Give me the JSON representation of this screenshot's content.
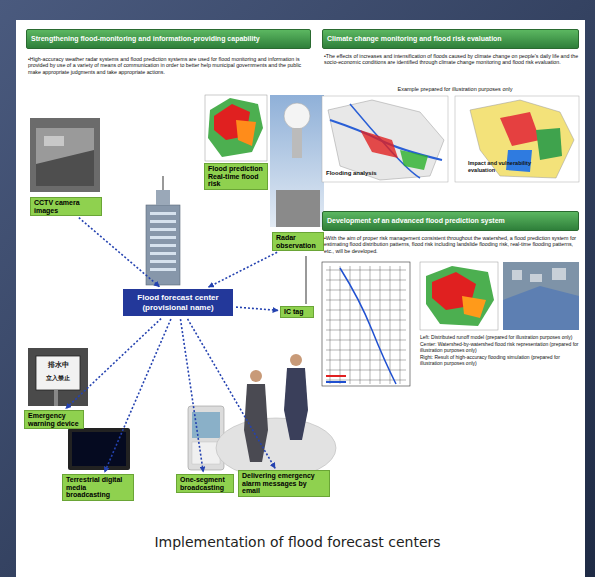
{
  "diagram": {
    "caption": "Implementation of flood forecast centers",
    "nodes": [
      {
        "text": [
          "Strengthening flood-monitoring and information-providing capability"
        ]
      },
      {
        "text": [
          "CCTV camera images"
        ]
      },
      {
        "text": [
          "Flood prediction Real-time flood risk"
        ]
      },
      {
        "text": [
          "Radar observation"
        ]
      },
      {
        "text": [
          "Flood forecast center (provisional name)"
        ]
      },
      {
        "text": [
          "IC tag"
        ]
      },
      {
        "text": [
          "Emergency warning device"
        ]
      },
      {
        "text": [
          "Terrestrial digital media broadcasting"
        ]
      },
      {
        "text": [
          "One-segment broadcasting"
        ]
      },
      {
        "text": [
          "Delivering emergency alarm messages by email"
        ]
      },
      {
        "text": [
          "Climate change monitoring and flood risk evaluation"
        ]
      },
      {
        "text": [
          "Development of an advanced flood prediction system"
        ]
      }
    ],
    "edges": [
      {
        "from": 1,
        "to": 4,
        "arrow": "to"
      },
      {
        "from": 3,
        "to": 4,
        "arrow": "to"
      },
      {
        "from": 4,
        "to": 5,
        "arrow": "to"
      },
      {
        "from": 4,
        "to": 6,
        "arrow": "to"
      },
      {
        "from": 4,
        "to": 7,
        "arrow": "to"
      },
      {
        "from": 4,
        "to": 8,
        "arrow": "to"
      },
      {
        "from": 4,
        "to": 9,
        "arrow": "to"
      }
    ],
    "labels": [
      "•High-accuracy weather radar systems and flood prediction systems are used for flood monitoring and information is provided by use of a variety of means of communication in order to better help municipal governments and the public make appropriate judgments and take appropriate actions.",
      "排水中",
      "立入禁止",
      "•The effects of increases and intensification of floods caused by climate change on people's daily life and the socio-economic conditions are identified through climate change monitoring and flood risk evaluation.",
      "Example prepared for illustration purposes only",
      "Flooding analysis",
      "Impact and vulnerability evaluation",
      "•With the aim of proper risk management consistent throughout the watershed, a flood prediction system for estimating flood distribution patterns, flood risk including landslide flooding risk, real-time flooding patterns, etc., will be developed.",
      "Left: Distributed runoff model (prepared for illustration purposes only)",
      "Center: Watershed-by-watershed flood risk representation (prepared for illustration purposes only)",
      "Right: Result of high-accuracy flooding simulation (prepared for illustration purposes only)"
    ]
  }
}
